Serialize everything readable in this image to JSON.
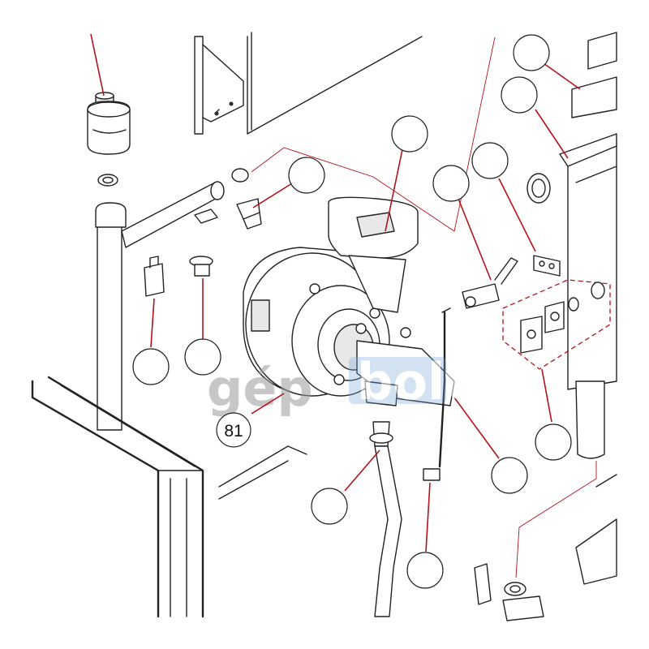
{
  "diagram": {
    "watermark": {
      "left": "gép",
      "right": "bolt",
      "color_left": "#9a9a9a",
      "color_right": "#7aa8d8"
    },
    "callouts": [
      {
        "id": "air-vent",
        "label": ""
      },
      {
        "id": "clip",
        "label": ""
      },
      {
        "id": "fan-outlet-flange",
        "label": ""
      },
      {
        "id": "electrode",
        "label": ""
      },
      {
        "id": "gasket",
        "label": ""
      },
      {
        "id": "top-right-1",
        "label": ""
      },
      {
        "id": "top-right-2",
        "label": ""
      },
      {
        "id": "sensor-left",
        "label": ""
      },
      {
        "id": "thermostat",
        "label": ""
      },
      {
        "id": "fan",
        "label": "81"
      },
      {
        "id": "venturi",
        "label": ""
      },
      {
        "id": "gas-pipe",
        "label": ""
      },
      {
        "id": "ignition-cable",
        "label": ""
      },
      {
        "id": "inspection-plates",
        "label": ""
      },
      {
        "id": "bottom-seal",
        "label": ""
      }
    ],
    "colors": {
      "leader": "#b5121b",
      "outline": "#222222"
    }
  }
}
